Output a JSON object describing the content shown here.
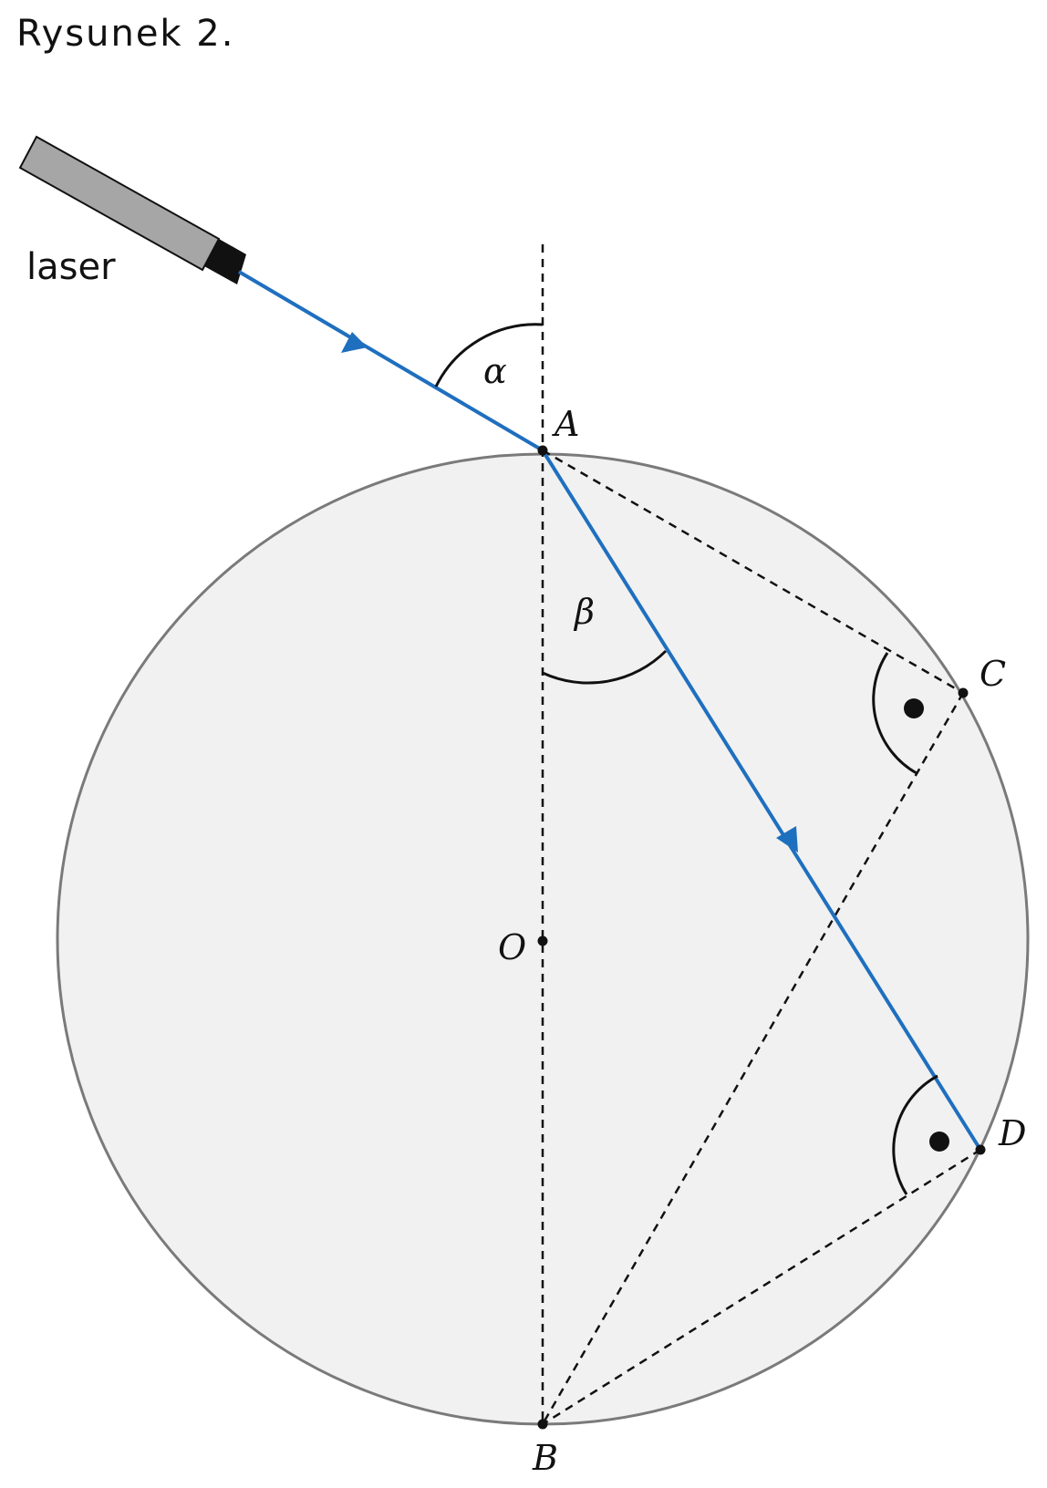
{
  "caption": "Rysunek 2.",
  "labels": {
    "laser": "laser",
    "alpha": "α",
    "beta": "β",
    "A": "A",
    "B": "B",
    "C": "C",
    "D": "D",
    "O": "O"
  },
  "colors": {
    "ray": "#1f6fbf",
    "disk_fill": "#f1f1f1",
    "disk_stroke": "#7a7a7a",
    "laser_body": "#a6a6a6",
    "laser_tip": "#111111",
    "line": "#111111"
  }
}
